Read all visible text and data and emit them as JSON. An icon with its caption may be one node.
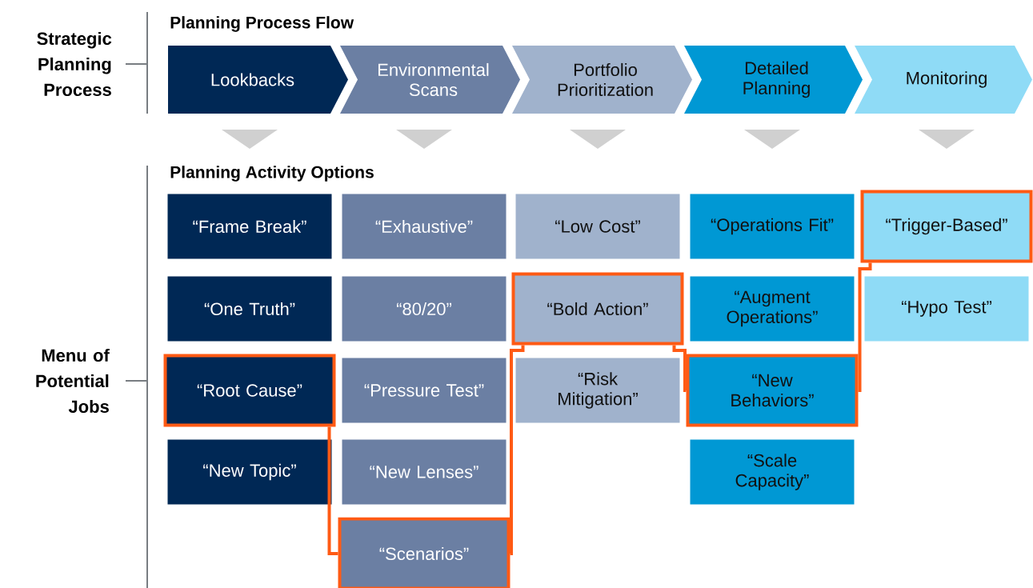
{
  "diagram": {
    "nodes": [
      {
        "text": [
          "Lookbacks"
        ]
      },
      {
        "text": [
          "Environmental Scans"
        ]
      },
      {
        "text": [
          "Portfolio Prioritization"
        ]
      },
      {
        "text": [
          "Detailed Planning"
        ]
      },
      {
        "text": [
          "Monitoring"
        ]
      },
      {
        "text": [
          "“Frame Break”"
        ]
      },
      {
        "text": [
          "“One Truth”"
        ]
      },
      {
        "text": [
          "“Root Cause”"
        ]
      },
      {
        "text": [
          "“New Topic”"
        ]
      },
      {
        "text": [
          "“Exhaustive”"
        ]
      },
      {
        "text": [
          "“80/20”"
        ]
      },
      {
        "text": [
          "“Pressure Test”"
        ]
      },
      {
        "text": [
          "“New Lenses”"
        ]
      },
      {
        "text": [
          "“Scenarios”"
        ]
      },
      {
        "text": [
          "“Low Cost”"
        ]
      },
      {
        "text": [
          "“Bold Action”"
        ]
      },
      {
        "text": [
          "“Risk Mitigation”"
        ]
      },
      {
        "text": [
          "“Operations Fit”"
        ]
      },
      {
        "text": [
          "“Augment Operations”"
        ]
      },
      {
        "text": [
          "“New Behaviors”"
        ]
      },
      {
        "text": [
          "“Scale Capacity”"
        ]
      },
      {
        "text": [
          "“Trigger-Based”"
        ]
      },
      {
        "text": [
          "“Hypo Test”"
        ]
      }
    ],
    "edges": [
      {
        "from": 7,
        "to": 13,
        "arrow": "none",
        "color": "#ff5a14"
      },
      {
        "from": 13,
        "to": 15,
        "arrow": "none",
        "color": "#ff5a14"
      },
      {
        "from": 15,
        "to": 19,
        "arrow": "none",
        "color": "#ff5a14"
      },
      {
        "from": 19,
        "to": 21,
        "arrow": "none",
        "color": "#ff5a14"
      }
    ],
    "labels": [
      "Planning Process Flow",
      "Strategic Planning Process",
      "Planning Activity Options",
      "Menu of Potential Jobs"
    ]
  }
}
